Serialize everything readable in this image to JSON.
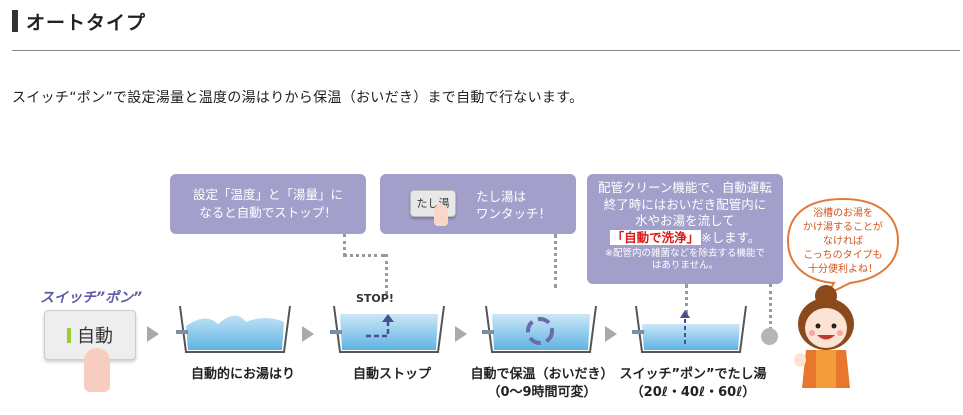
{
  "header": {
    "title": "オートタイプ"
  },
  "intro": "スイッチ“ポン”で設定湯量と温度の湯はりから保温（おいだき）まで自動で行ないます。",
  "callouts": {
    "c1_line1": "設定「温度」と「湯量」に",
    "c1_line2": "なると自動でストップ！",
    "c2_button": "たし湯",
    "c2_line1": "たし湯は",
    "c2_line2": "ワンタッチ！",
    "c3_line1": "配管クリーン機能で、自動運転",
    "c3_line2": "終了時にはおいだき配管内に",
    "c3_line3": "水やお湯を流して",
    "c3_wash": "「自動で洗浄」",
    "c3_mark": "※します。",
    "c3_note1": "※配管内の雑菌などを除去する機能で",
    "c3_note2": "はありません。"
  },
  "switch": {
    "label": "スイッチ”ポン”",
    "button_text": "自動"
  },
  "stop_label": "STOP!",
  "steps": [
    {
      "line1": "自動的にお湯はり",
      "line2": ""
    },
    {
      "line1": "自動ストップ",
      "line2": ""
    },
    {
      "line1": "自動で保温（おいだき）",
      "line2": "（0〜9時間可変）"
    },
    {
      "line1": "スイッチ”ポン”でたし湯",
      "line2": "（20ℓ・40ℓ・60ℓ）"
    }
  ],
  "bubble": {
    "line1": "浴槽のお湯を",
    "line2": "かけ湯することが",
    "line3": "なければ",
    "line4": "こっちのタイプも",
    "line5": "十分便利よね！"
  },
  "colors": {
    "callout": "#a39fcb",
    "accent": "#d81818",
    "water": "#7ec2ea",
    "switch_label": "#5e5aa8",
    "bubble_text": "#d2541d"
  }
}
